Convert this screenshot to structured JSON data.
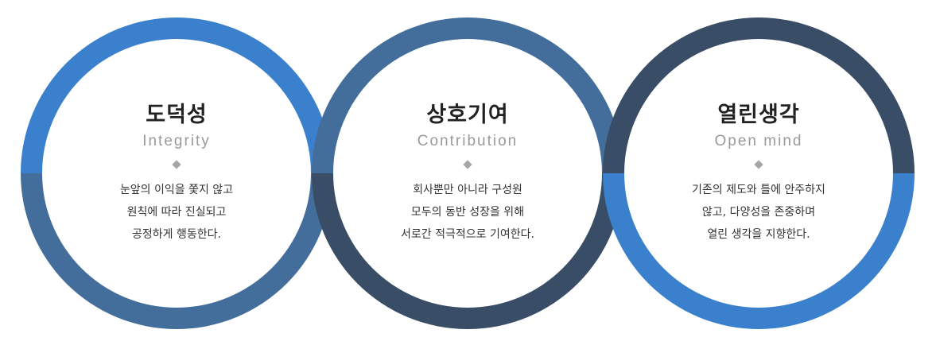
{
  "colors": {
    "blue": "#3a80cc",
    "steel": "#436e9b",
    "navy": "#394d66",
    "inner": "#ffffff"
  },
  "values": [
    {
      "title": "도덕성",
      "subtitle": "Integrity",
      "lines": [
        "눈앞의 이익을 쫓지 않고",
        "원칙에 따라 진실되고",
        "공정하게 행동한다."
      ]
    },
    {
      "title": "상호기여",
      "subtitle": "Contribution",
      "lines": [
        "회사뿐만 아니라 구성원",
        "모두의 동반 성장을 위해",
        "서로간 적극적으로 기여한다."
      ]
    },
    {
      "title": "열린생각",
      "subtitle": "Open mind",
      "lines": [
        "기존의 제도와 틀에 안주하지",
        "않고, 다양성을 존중하며",
        "열린 생각을 지향한다."
      ]
    }
  ]
}
